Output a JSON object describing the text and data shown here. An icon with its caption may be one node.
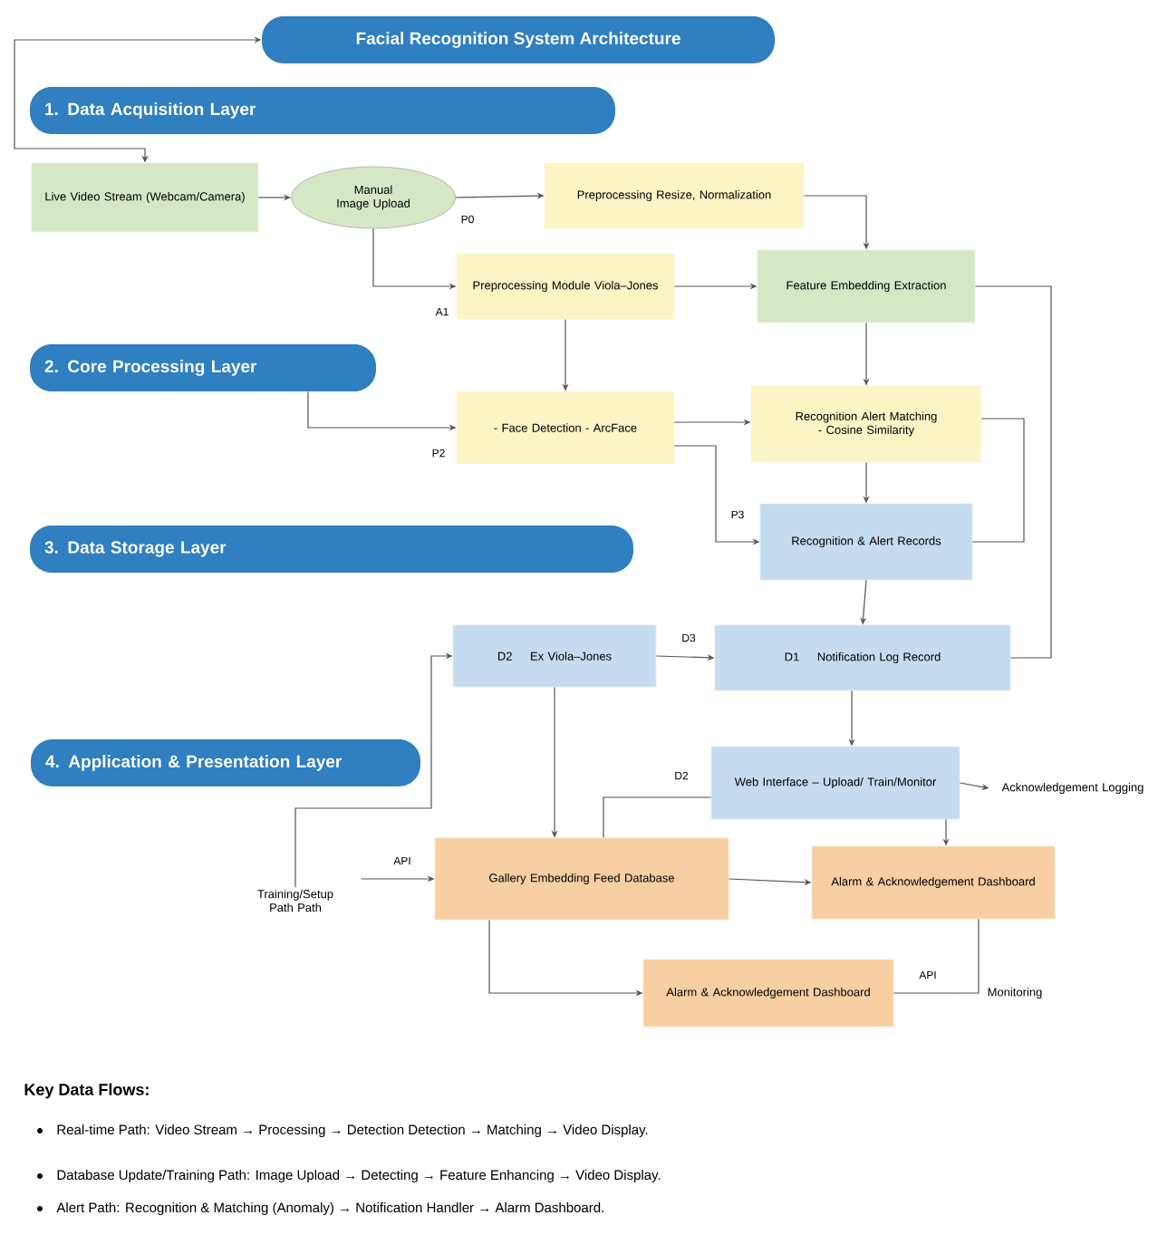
{
  "diagram": {
    "nodes": [
      {
        "text": [
          "Facial Recognition System Architecture"
        ]
      },
      {
        "text": [
          "1. Data Acquisition Layer"
        ]
      },
      {
        "text": [
          "Live Video Stream (Webcam/Camera)"
        ]
      },
      {
        "text": [
          "Manual Image Upload"
        ]
      },
      {
        "text": [
          "Preprocessing Resize, Normalization"
        ]
      },
      {
        "text": [
          "Preprocessing Module Viola–Jones"
        ]
      },
      {
        "text": [
          "Feature Embedding Extraction"
        ]
      },
      {
        "text": [
          "2. Core Processing Layer"
        ]
      },
      {
        "text": [
          "- Face Detection - ArcFace"
        ]
      },
      {
        "text": [
          "Recognition Alert Matching - Cosine Similarity"
        ]
      },
      {
        "text": [
          "Recognition & Alert Records"
        ]
      },
      {
        "text": [
          "3. Data Storage Layer"
        ]
      },
      {
        "text": [
          "D2",
          "Ex Viola–Jones"
        ]
      },
      {
        "text": [
          "D1",
          "Notification Log Record"
        ]
      },
      {
        "text": [
          "4. Application & Presentation Layer"
        ]
      },
      {
        "text": [
          "Web Interface – Upload/ Train/Monitor"
        ]
      },
      {
        "text": [
          "Acknowledgement Logging"
        ]
      },
      {
        "text": [
          "Training/Setup Path Path"
        ]
      },
      {
        "text": [
          "Gallery Embedding Feed Database"
        ]
      },
      {
        "text": [
          "Alarm & Acknowledgement Dashboard"
        ]
      },
      {
        "text": [
          "Alarm & Acknowledgement Dashboard"
        ]
      },
      {
        "text": [
          "Monitoring"
        ]
      }
    ],
    "edges": [
      {
        "from": 0,
        "to": 2,
        "arrow": "both"
      },
      {
        "from": 2,
        "to": 3,
        "arrow": "to"
      },
      {
        "from": 3,
        "to": 4,
        "arrow": "to",
        "label": "P0"
      },
      {
        "from": 3,
        "to": 5,
        "arrow": "to",
        "label": "A1"
      },
      {
        "from": 4,
        "to": 6,
        "arrow": "to"
      },
      {
        "from": 5,
        "to": 6,
        "arrow": "to"
      },
      {
        "from": 5,
        "to": 8,
        "arrow": "to"
      },
      {
        "from": 7,
        "to": 8,
        "arrow": "to",
        "label": "P2"
      },
      {
        "from": 6,
        "to": 9,
        "arrow": "to"
      },
      {
        "from": 8,
        "to": 9,
        "arrow": "to"
      },
      {
        "from": 8,
        "to": 10,
        "arrow": "to",
        "label": "P3"
      },
      {
        "from": 9,
        "to": 10,
        "arrow": "to"
      },
      {
        "from": 9,
        "to": 10,
        "arrow": "none"
      },
      {
        "from": 6,
        "to": 13,
        "arrow": "none"
      },
      {
        "from": 10,
        "to": 13,
        "arrow": "to"
      },
      {
        "from": 12,
        "to": 13,
        "arrow": "to",
        "label": "D3"
      },
      {
        "from": 17,
        "to": 12,
        "arrow": "to"
      },
      {
        "from": 12,
        "to": 18,
        "arrow": "to"
      },
      {
        "from": 13,
        "to": 15,
        "arrow": "to"
      },
      {
        "from": 15,
        "to": 16,
        "arrow": "to"
      },
      {
        "from": 15,
        "to": 18,
        "arrow": "none",
        "label": "D2"
      },
      {
        "from": 15,
        "to": 19,
        "arrow": "to"
      },
      {
        "from": 17,
        "to": 18,
        "arrow": "to",
        "label": "API"
      },
      {
        "from": 18,
        "to": 19,
        "arrow": "to"
      },
      {
        "from": 18,
        "to": 20,
        "arrow": "to"
      },
      {
        "from": 19,
        "to": 21,
        "arrow": "none",
        "label": "API"
      },
      {
        "from": 20,
        "to": 21,
        "arrow": "none"
      }
    ],
    "labels": [
      "Key Data Flows:",
      "Real-time Path: Video Stream → Processing → Detection Detection → Matching → Video Display.",
      "Database Update/Training Path: Image Upload → Detecting → Feature Enhancing → Video Display.",
      "Alert Path: Recognition & Matching (Anomaly) → Notification Handler → Alarm Dashboard."
    ]
  }
}
